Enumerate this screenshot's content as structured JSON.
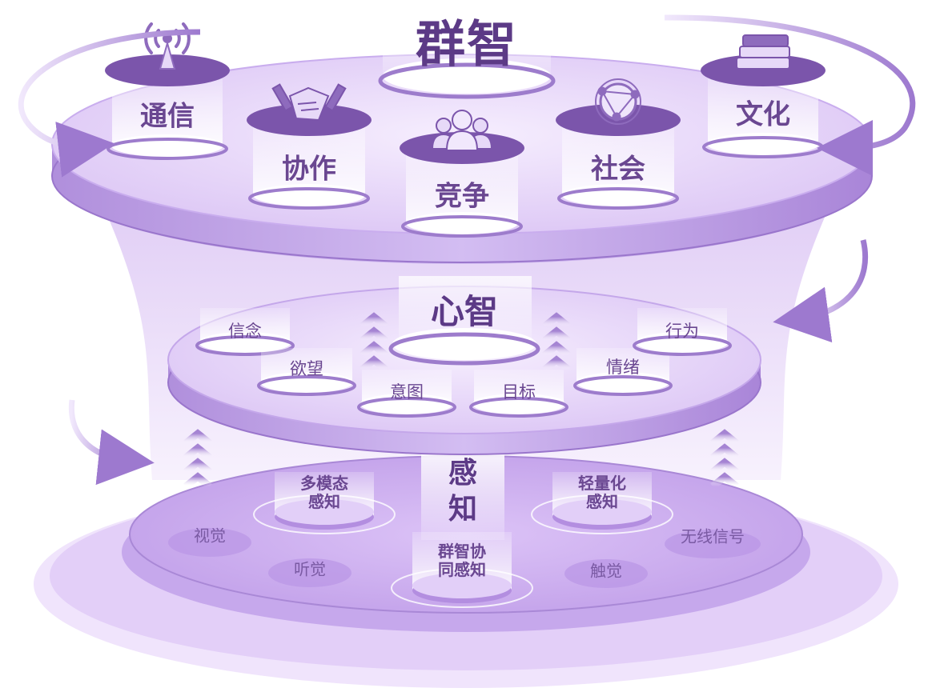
{
  "colors": {
    "disk_top": "#e8d7fb",
    "disk_side": "#b99ae0",
    "disk_edge": "#9a76cc",
    "pillar_cap": "#7b55ab",
    "text": "#5c3a86",
    "arrow": "#a07fd0"
  },
  "layer_swarm": {
    "title": "群智",
    "nodes": [
      {
        "label": "通信",
        "icon": "signal-tower-icon"
      },
      {
        "label": "协作",
        "icon": "handshake-icon"
      },
      {
        "label": "竞争",
        "icon": "people-group-icon"
      },
      {
        "label": "社会",
        "icon": "globe-network-icon"
      },
      {
        "label": "文化",
        "icon": "book-stack-icon"
      }
    ]
  },
  "layer_mind": {
    "title": "心智",
    "nodes": [
      {
        "label": "信念"
      },
      {
        "label": "欲望"
      },
      {
        "label": "意图"
      },
      {
        "label": "目标"
      },
      {
        "label": "情绪"
      },
      {
        "label": "行为"
      }
    ]
  },
  "layer_perception": {
    "title": [
      "感",
      "知"
    ],
    "nodes": [
      {
        "lines": [
          "多模态",
          "感知"
        ]
      },
      {
        "lines": [
          "轻量化",
          "感知"
        ]
      },
      {
        "lines": [
          "群智协",
          "同感知"
        ]
      }
    ],
    "senses": [
      {
        "label": "视觉"
      },
      {
        "label": "听觉"
      },
      {
        "label": "触觉"
      },
      {
        "label": "无线信号"
      }
    ]
  }
}
